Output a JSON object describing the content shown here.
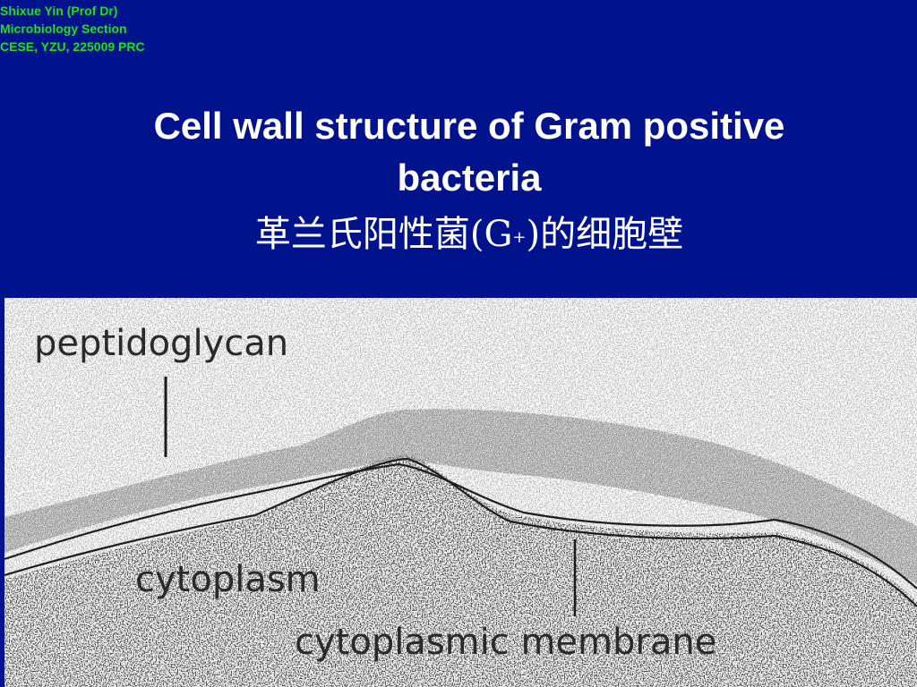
{
  "header": {
    "author_lines": [
      "Shixue Yin (Prof Dr)",
      "Microbiology  Section",
      "CESE, YZU, 225009 PRC"
    ]
  },
  "title": {
    "line1": "Cell wall structure of Gram positive",
    "line2": "bacteria",
    "subtitle_pre": "革兰氏阳性菌(G",
    "subtitle_sup": "+",
    "subtitle_post": ")的细胞壁"
  },
  "figure": {
    "labels": {
      "peptidoglycan": "peptidoglycan",
      "cytoplasm": "cytoplasm",
      "cytoplasmic_membrane": "cytoplasmic membrane"
    }
  },
  "colors": {
    "background": "#00138c",
    "author_text": "#22dd22",
    "title_text": "#ffffff"
  }
}
